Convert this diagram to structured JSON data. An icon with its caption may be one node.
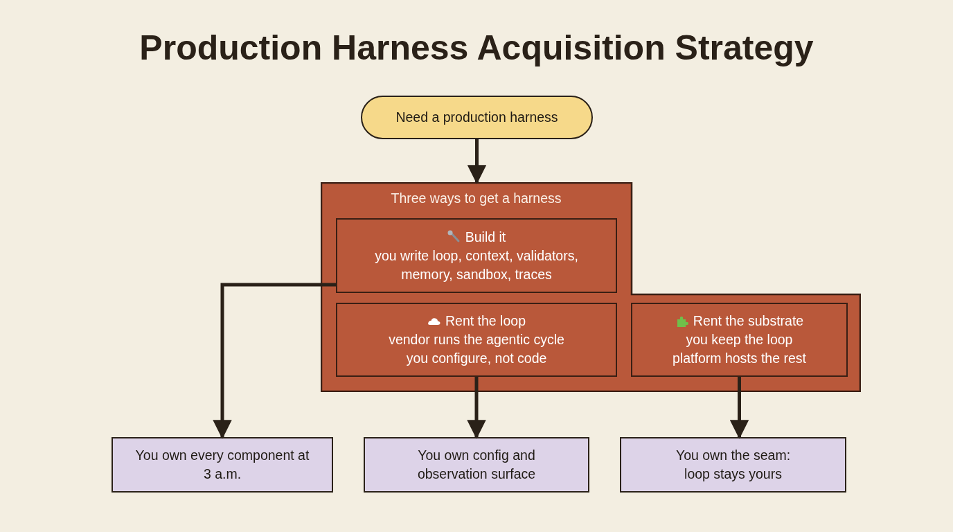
{
  "diagram": {
    "title": "Production Harness Acquisition Strategy",
    "nodes": [
      {
        "text": [
          "Need a production harness"
        ]
      },
      {
        "text": [
          "Three ways to get a harness"
        ]
      },
      {
        "text": [
          "Build it",
          "you write loop, context, validators, memory, sandbox, traces"
        ],
        "in": 1
      },
      {
        "text": [
          "Rent the loop",
          "vendor runs the agentic cycle you configure, not code"
        ],
        "in": 1
      },
      {
        "text": [
          "Rent the substrate",
          "you keep the loop platform hosts the rest"
        ],
        "in": 1
      },
      {
        "text": [
          "You own every component at 3 a.m."
        ]
      },
      {
        "text": [
          "You own config and observation surface"
        ]
      },
      {
        "text": [
          "You own the seam: loop stays yours"
        ]
      }
    ],
    "edges": [
      {
        "from": 0,
        "to": 1,
        "arrow": "to"
      },
      {
        "from": 2,
        "to": 5,
        "arrow": "to"
      },
      {
        "from": 3,
        "to": 6,
        "arrow": "to"
      },
      {
        "from": 4,
        "to": 7,
        "arrow": "to"
      }
    ]
  }
}
